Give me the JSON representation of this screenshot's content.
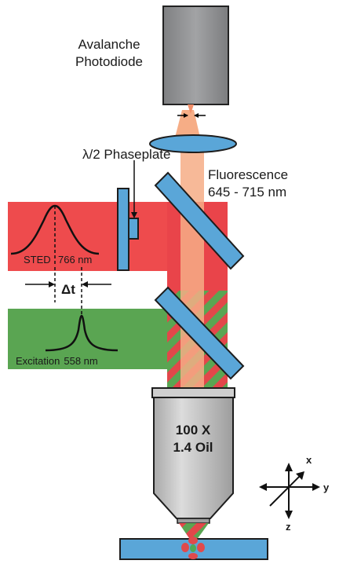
{
  "labels": {
    "detector_line1": "Avalanche",
    "detector_line2": "Photodiode",
    "phaseplate": "λ/2 Phaseplate",
    "fluorescence_line1": "Fluorescence",
    "fluorescence_line2": "645 - 715 nm",
    "sted_name": "STED",
    "sted_wavelength": "766 nm",
    "delay": "Δt",
    "excitation_name": "Excitation",
    "excitation_wavelength": "558 nm",
    "objective_line1": "100 X",
    "objective_line2": "1.4 Oil",
    "axis_x": "x",
    "axis_y": "y",
    "axis_z": "z"
  },
  "colors": {
    "sted_beam": "#ee4b4d",
    "sted_beam_dark": "#e23a3d",
    "excitation_beam": "#5aa552",
    "fluorescence_beam": "#f6ad86",
    "optics_blue": "#5aa6d8",
    "detector_gray": "#8f9092",
    "objective_gray": "#bdbdbd",
    "sample_spot": "#e04a4c",
    "sample_spot_green": "#4faa55"
  }
}
